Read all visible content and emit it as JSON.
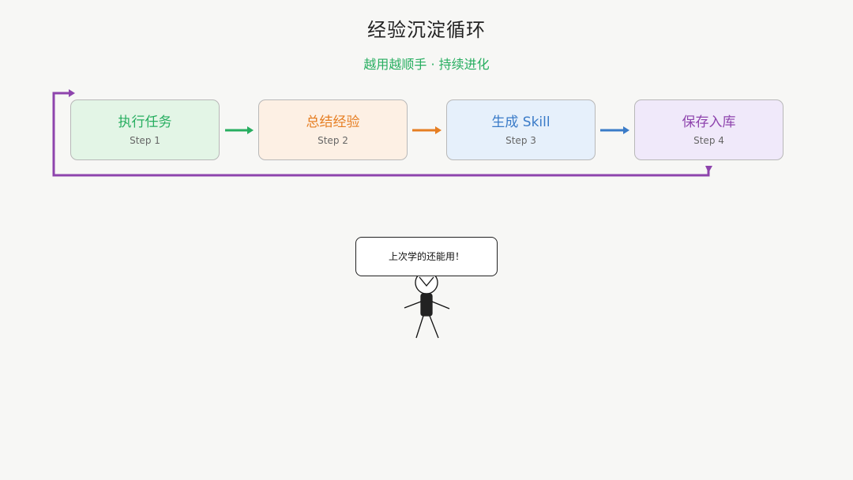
{
  "title": "经验沉淀循环",
  "subtitle": "越用越顺手 ·   持续进化",
  "steps": [
    {
      "label": "执行任务",
      "step": "Step 1",
      "color": "#27ae60",
      "bg": "#e3f5e6"
    },
    {
      "label": "总结经验",
      "step": "Step 2",
      "color": "#e67e22",
      "bg": "#fdf0e4"
    },
    {
      "label": "生成 Skill",
      "step": "Step 3",
      "color": "#3a7bc8",
      "bg": "#e6f0fb"
    },
    {
      "label": "保存入库",
      "step": "Step 4",
      "color": "#8e44ad",
      "bg": "#f0e9fa"
    }
  ],
  "loop_color": "#8e44ad",
  "speech": "上次学的还能用！"
}
